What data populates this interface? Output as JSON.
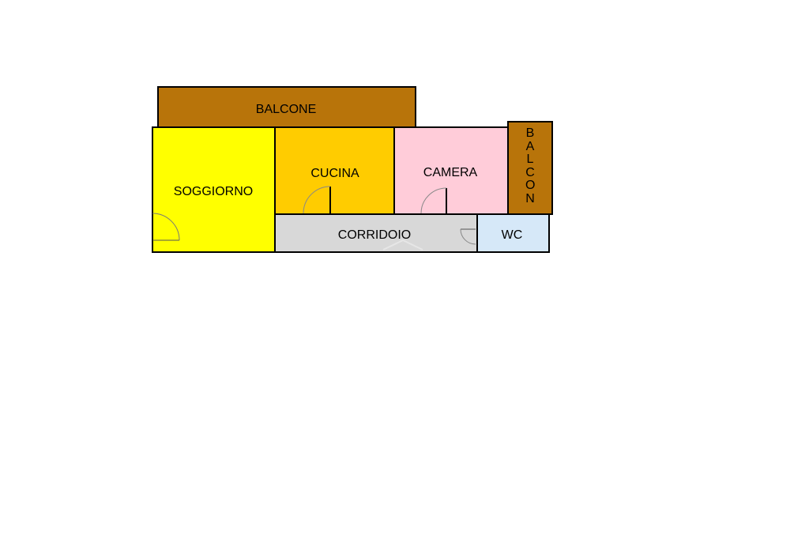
{
  "rooms": {
    "balcone_top": {
      "label": "BALCONE",
      "color": "#b8740a"
    },
    "soggiorno": {
      "label": "SOGGIORNO",
      "color": "#ffff00"
    },
    "cucina": {
      "label": "CUCINA",
      "color": "#ffcc00"
    },
    "camera": {
      "label": "CAMERA",
      "color": "#ffccd9"
    },
    "balcone_side": {
      "label": "BALCON",
      "color": "#b8740a"
    },
    "corridoio": {
      "label": "CORRIDOIO",
      "color": "#d8d8d8"
    },
    "wc": {
      "label": "WC",
      "color": "#d6e8f8"
    }
  }
}
